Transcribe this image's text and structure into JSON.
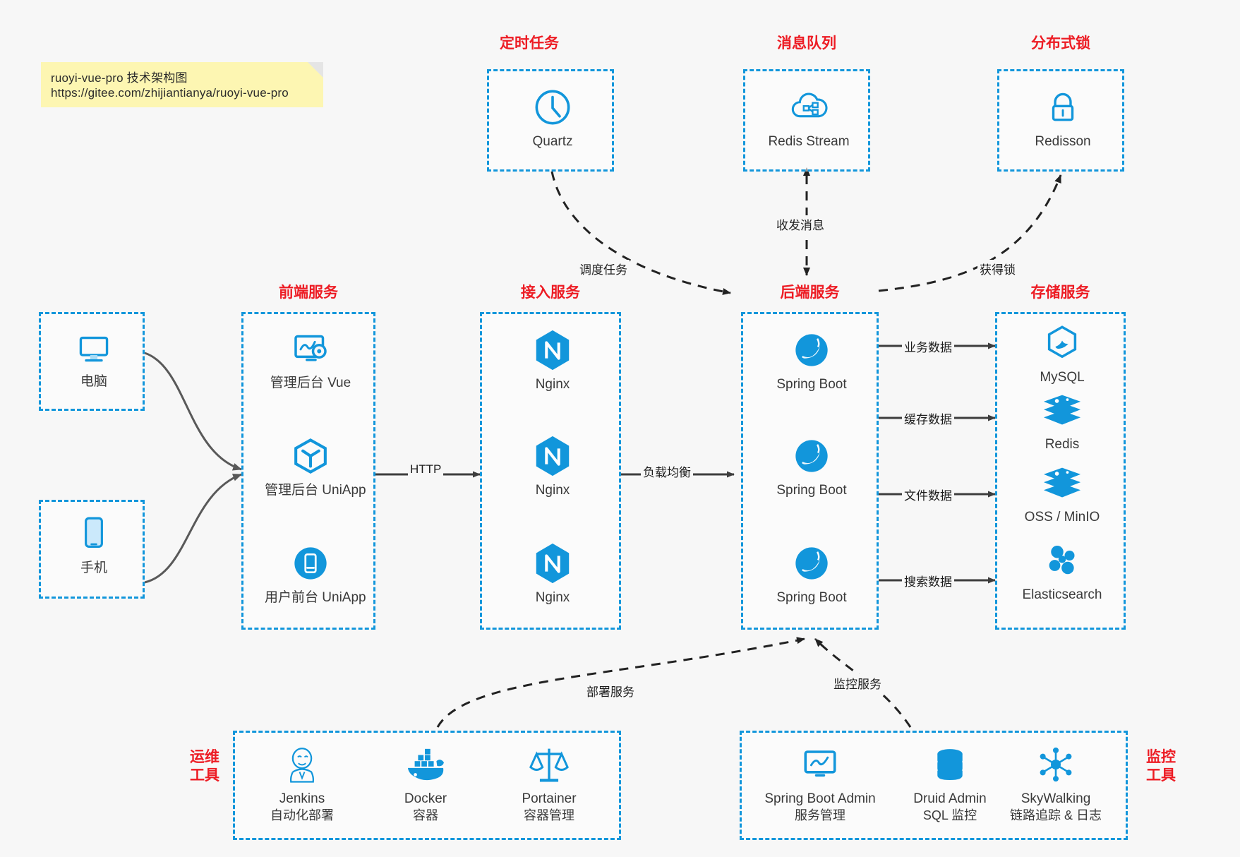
{
  "note": {
    "line1": "ruoyi-vue-pro 技术架构图",
    "line2": "https://gitee.com/zhijiantianya/ruoyi-vue-pro"
  },
  "colors": {
    "accent": "#1296db",
    "title_red": "#ed1c24",
    "background": "#f7f7f7",
    "note_bg": "#fdf6b2",
    "edge": "#3d3d3d"
  },
  "groups": {
    "scheduled_task": {
      "title": "定时任务",
      "items": [
        {
          "label": "Quartz",
          "icon": "clock-icon"
        }
      ]
    },
    "message_queue": {
      "title": "消息队列",
      "items": [
        {
          "label": "Redis Stream",
          "icon": "cloud-stream-icon"
        }
      ]
    },
    "distributed_lock": {
      "title": "分布式锁",
      "items": [
        {
          "label": "Redisson",
          "icon": "lock-icon"
        }
      ]
    },
    "clients": {
      "computer": {
        "label": "电脑",
        "icon": "monitor-icon"
      },
      "phone": {
        "label": "手机",
        "icon": "mobile-icon"
      }
    },
    "frontend": {
      "title": "前端服务",
      "items": [
        {
          "label": "管理后台 Vue",
          "icon": "dashboard-icon"
        },
        {
          "label": "管理后台 UniApp",
          "icon": "cube-icon"
        },
        {
          "label": "用户前台 UniApp",
          "icon": "app-icon"
        }
      ]
    },
    "gateway": {
      "title": "接入服务",
      "items": [
        {
          "label": "Nginx",
          "icon": "nginx-icon"
        },
        {
          "label": "Nginx",
          "icon": "nginx-icon"
        },
        {
          "label": "Nginx",
          "icon": "nginx-icon"
        }
      ]
    },
    "backend": {
      "title": "后端服务",
      "items": [
        {
          "label": "Spring Boot",
          "icon": "spring-icon"
        },
        {
          "label": "Spring Boot",
          "icon": "spring-icon"
        },
        {
          "label": "Spring Boot",
          "icon": "spring-icon"
        }
      ]
    },
    "storage": {
      "title": "存储服务",
      "items": [
        {
          "label": "MySQL",
          "icon": "mysql-icon"
        },
        {
          "label": "Redis",
          "icon": "redis-icon"
        },
        {
          "label": "OSS / MinIO",
          "icon": "oss-icon"
        },
        {
          "label": "Elasticsearch",
          "icon": "elasticsearch-icon"
        }
      ]
    },
    "ops_tools": {
      "title_line1": "运维",
      "title_line2": "工具",
      "items": [
        {
          "name": "Jenkins",
          "desc": "自动化部署",
          "icon": "jenkins-icon"
        },
        {
          "name": "Docker",
          "desc": "容器",
          "icon": "docker-icon"
        },
        {
          "name": "Portainer",
          "desc": "容器管理",
          "icon": "portainer-icon"
        }
      ]
    },
    "monitor_tools": {
      "title_line1": "监控",
      "title_line2": "工具",
      "items": [
        {
          "name": "Spring Boot Admin",
          "desc": "服务管理",
          "icon": "monitor-screen-icon"
        },
        {
          "name": "Druid Admin",
          "desc": "SQL 监控",
          "icon": "database-icon"
        },
        {
          "name": "SkyWalking",
          "desc": "链路追踪 & 日志",
          "icon": "skywalking-icon"
        }
      ]
    }
  },
  "edges": {
    "http": "HTTP",
    "load_balance": "负载均衡",
    "schedule_task": "调度任务",
    "send_receive_message": "收发消息",
    "acquire_lock": "获得锁",
    "business_data": "业务数据",
    "cache_data": "缓存数据",
    "file_data": "文件数据",
    "search_data": "搜索数据",
    "deploy_service": "部署服务",
    "monitor_service": "监控服务"
  }
}
